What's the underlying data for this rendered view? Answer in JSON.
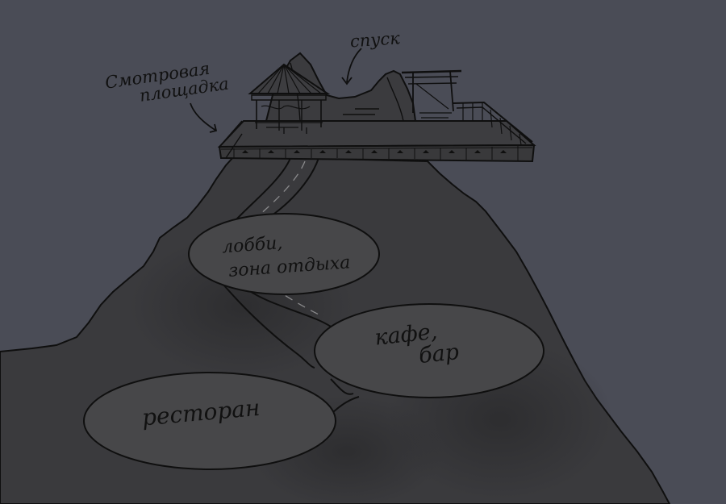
{
  "labels": {
    "viewpoint": [
      "Смотровая",
      "площадка"
    ],
    "descent": "спуск",
    "lobby": [
      "лобби,",
      "зона отдыха"
    ],
    "cafe": [
      "кафе,",
      "бар"
    ],
    "restaurant": "ресторан"
  },
  "colors": {
    "sky": "#4a4c56",
    "mountain": "#3a3a3d",
    "ellipse_fill": "#474749",
    "outline": "#0f0f0f"
  }
}
